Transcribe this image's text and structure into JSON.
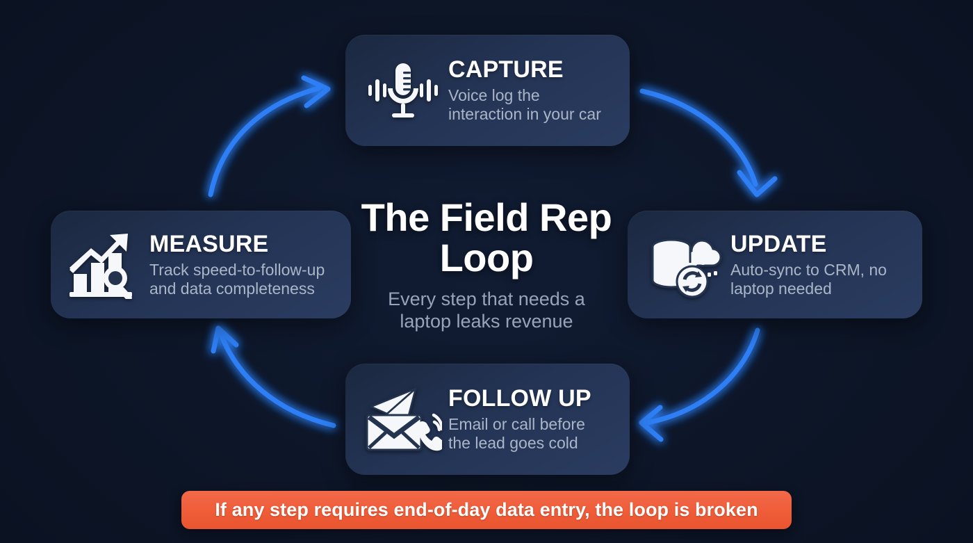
{
  "hub": {
    "title": "The Field Rep Loop",
    "subtitle": "Every step that needs a\nlaptop leaks revenue"
  },
  "steps": [
    {
      "id": "capture",
      "title": "CAPTURE",
      "desc": "Voice log the\ninteraction in your car",
      "icon": "microphone-icon"
    },
    {
      "id": "update",
      "title": "UPDATE",
      "desc": "Auto-sync to CRM, no\nlaptop needed",
      "icon": "database-cloud-sync-icon"
    },
    {
      "id": "followup",
      "title": "FOLLOW UP",
      "desc": "Email or call before\nthe lead goes cold",
      "icon": "email-paperplane-phone-icon"
    },
    {
      "id": "measure",
      "title": "MEASURE",
      "desc": "Track speed-to-follow-up\nand data completeness",
      "icon": "bar-chart-magnifier-icon"
    }
  ],
  "arrows": [
    {
      "id": "measure-to-capture",
      "name": "arrow-measure-to-capture"
    },
    {
      "id": "capture-to-update",
      "name": "arrow-capture-to-update"
    },
    {
      "id": "update-to-followup",
      "name": "arrow-update-to-followup"
    },
    {
      "id": "followup-to-measure",
      "name": "arrow-followup-to-measure"
    }
  ],
  "banner": {
    "text": "If any step requires end-of-day data entry, the loop is broken"
  },
  "colors": {
    "background": "#0d1628",
    "card": "#243455",
    "arrow": "#2f7ff5",
    "banner": "#ef5c38",
    "title_text": "#ffffff",
    "body_text": "#aab6c8"
  }
}
